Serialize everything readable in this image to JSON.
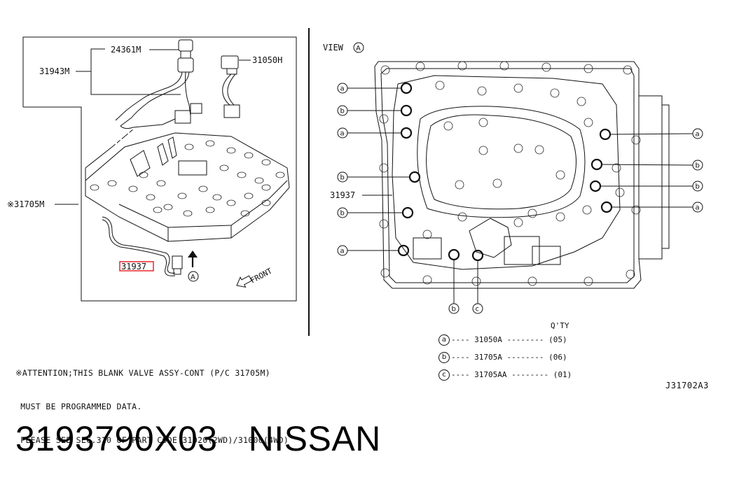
{
  "left_panel": {
    "labels": {
      "p24361M": "24361M",
      "p31943M": "31943M",
      "p31050H": "31050H",
      "p31705M": "※31705M",
      "p31937": "31937",
      "view_marker": "A",
      "front": "FRONT"
    },
    "highlight_color": "#e8262a"
  },
  "right_panel": {
    "view_label": "VIEW",
    "view_marker": "A",
    "p31937": "31937",
    "left_bubbles": [
      "a",
      "b",
      "a",
      "b",
      "b",
      "a"
    ],
    "right_bubbles": [
      "a",
      "b",
      "b",
      "a"
    ],
    "bottom_bubbles": [
      "b",
      "c"
    ]
  },
  "qty_table": {
    "header": "Q'TY",
    "rows": [
      {
        "mark": "a",
        "part": "31050A",
        "qty": "(05)"
      },
      {
        "mark": "b",
        "part": "31705A",
        "qty": "(06)"
      },
      {
        "mark": "c",
        "part": "31705AA",
        "qty": "(01)"
      }
    ]
  },
  "note": {
    "line1": "※ATTENTION;THIS BLANK VALVE ASSY-CONT (P/C 31705M)",
    "line2": " MUST BE PROGRAMMED DATA.",
    "line3": " PLEASE SEE SEC.310 OF PART CODE 31020(2WD)/31000(4WD)"
  },
  "diagram_code": "J31702A3",
  "footer": {
    "part_number": "3193790X03",
    "brand": "NISSAN"
  }
}
